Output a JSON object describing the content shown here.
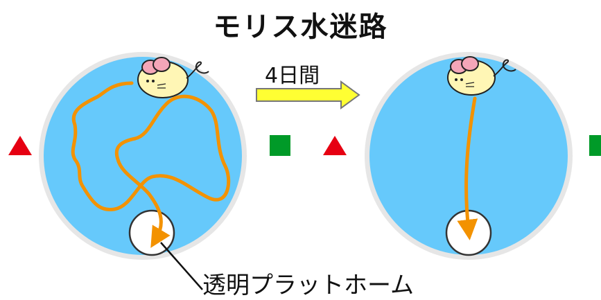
{
  "title": "モリス水迷路",
  "arrow_label": "4日間",
  "platform_label": "透明プラットホーム",
  "colors": {
    "pool_fill": "#66c9fb",
    "pool_rim": "#e6e6e6",
    "path": "#f39200",
    "platform_fill": "#ffffff",
    "platform_stroke": "#333333",
    "arrow_fill": "#ffff33",
    "arrow_stroke": "#777777",
    "triangle": "#e60012",
    "square": "#009a28",
    "mouse_body": "#fff6b5",
    "mouse_ear": "#f4a6b8"
  },
  "icons": [
    "red-triangle-cue",
    "green-square-cue",
    "mouse-icon",
    "platform",
    "swim-path"
  ]
}
